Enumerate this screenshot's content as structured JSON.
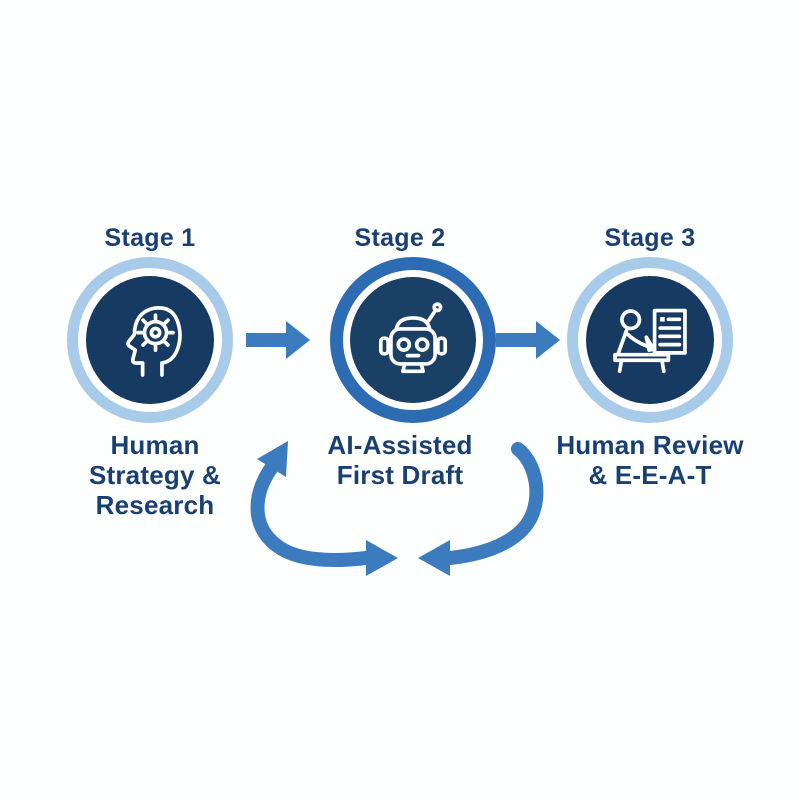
{
  "diagram": {
    "background_color": "#fdfefe",
    "colors": {
      "dark_circle": "#163a62",
      "light_ring": "#a7cbe9",
      "medium_ring": "#2d6cb2",
      "arrow_blue": "#3d7bbf",
      "text_navy": "#1a3f72",
      "icon_stroke": "#ffffff"
    },
    "stages": [
      {
        "title": "Stage 1",
        "label": "Human\nStrategy &\nResearch",
        "icon": "head-gear-icon",
        "ring_style": "light"
      },
      {
        "title": "Stage 2",
        "label": "AI-Assisted\nFirst Draft",
        "icon": "robot-icon",
        "ring_style": "medium"
      },
      {
        "title": "Stage 3",
        "label": "Human Review\n& E-E-A-T",
        "icon": "person-review-icon",
        "ring_style": "light"
      }
    ],
    "connectors": {
      "forward_arrow_1": "stage-1-to-stage-2",
      "forward_arrow_2": "stage-2-to-stage-3",
      "feedback_left_curve": "curved-arrow-up-and-right",
      "feedback_right_curve": "curved-arrow-down-and-left"
    }
  }
}
